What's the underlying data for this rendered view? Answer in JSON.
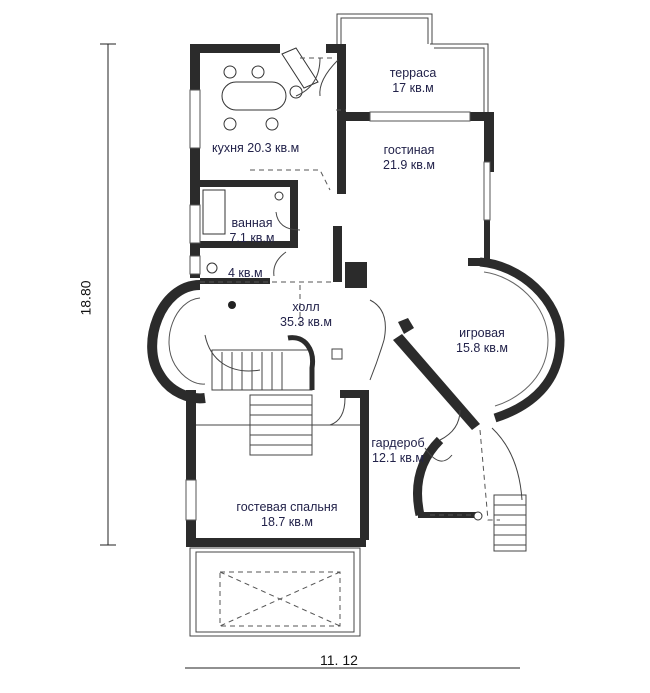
{
  "rooms": {
    "terrace": {
      "name": "терраса",
      "area": "17 кв.м"
    },
    "kitchen": {
      "text": "кухня 20.3 кв.м"
    },
    "living": {
      "name": "гостиная",
      "area": "21.9 кв.м"
    },
    "bathroom": {
      "name": "ванная",
      "area": "7.1 кв.м"
    },
    "wc": {
      "text": "4 кв.м"
    },
    "hall": {
      "name": "холл",
      "area": "35.3 кв.м"
    },
    "playroom": {
      "name": "игровая",
      "area": "15.8 кв.м"
    },
    "wardrobe": {
      "name": "гардероб",
      "area": "12.1 кв.м"
    },
    "guest_bedroom": {
      "name": "гостевая спальня",
      "area": "18.7 кв.м"
    }
  },
  "dimensions": {
    "height": "18.80",
    "width": "11. 12"
  },
  "colors": {
    "wall": "#2b2b2b",
    "label": "#22224a"
  }
}
